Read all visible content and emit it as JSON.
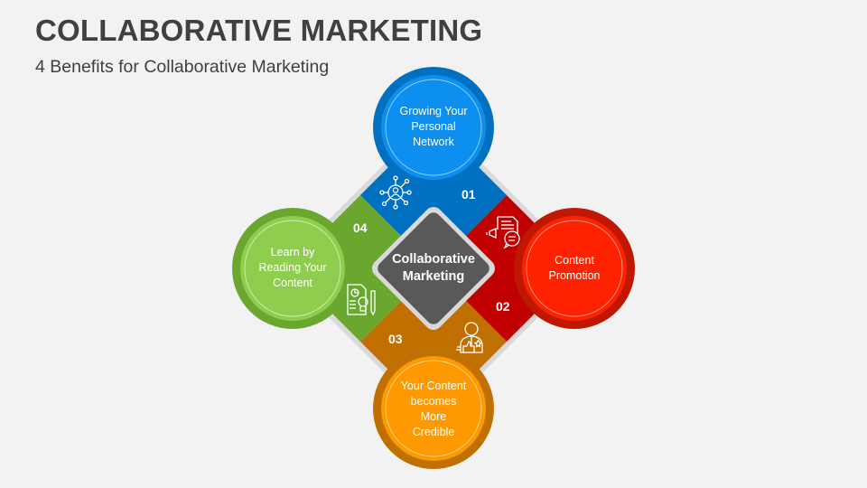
{
  "header": {
    "title": "COLLABORATIVE MARKETING",
    "subtitle": "4 Benefits for Collaborative Marketing"
  },
  "center": {
    "label_line1": "Collaborative",
    "label_line2": "Marketing",
    "color": "#595959"
  },
  "benefits": [
    {
      "number": "01",
      "lines": [
        "Growing Your",
        "Personal",
        "Network"
      ],
      "icon": "network-user-icon",
      "position": "top",
      "color_dark": "#0070c0",
      "color_light": "#0d8ff0"
    },
    {
      "number": "02",
      "lines": [
        "Content",
        "Promotion"
      ],
      "icon": "document-megaphone-chat-icon",
      "position": "right",
      "color_dark": "#c00000",
      "color_light": "#ff2200"
    },
    {
      "number": "03",
      "lines": [
        "Your Content",
        "becomes",
        "More",
        "Credible"
      ],
      "icon": "person-thumbs-up-icon",
      "position": "bottom",
      "color_dark": "#c07000",
      "color_light": "#ff9900"
    },
    {
      "number": "04",
      "lines": [
        "Learn by",
        "Reading Your",
        "Content"
      ],
      "icon": "document-lightbulb-pencil-icon",
      "position": "left",
      "color_dark": "#6aa72f",
      "color_light": "#8fcd4f"
    }
  ]
}
